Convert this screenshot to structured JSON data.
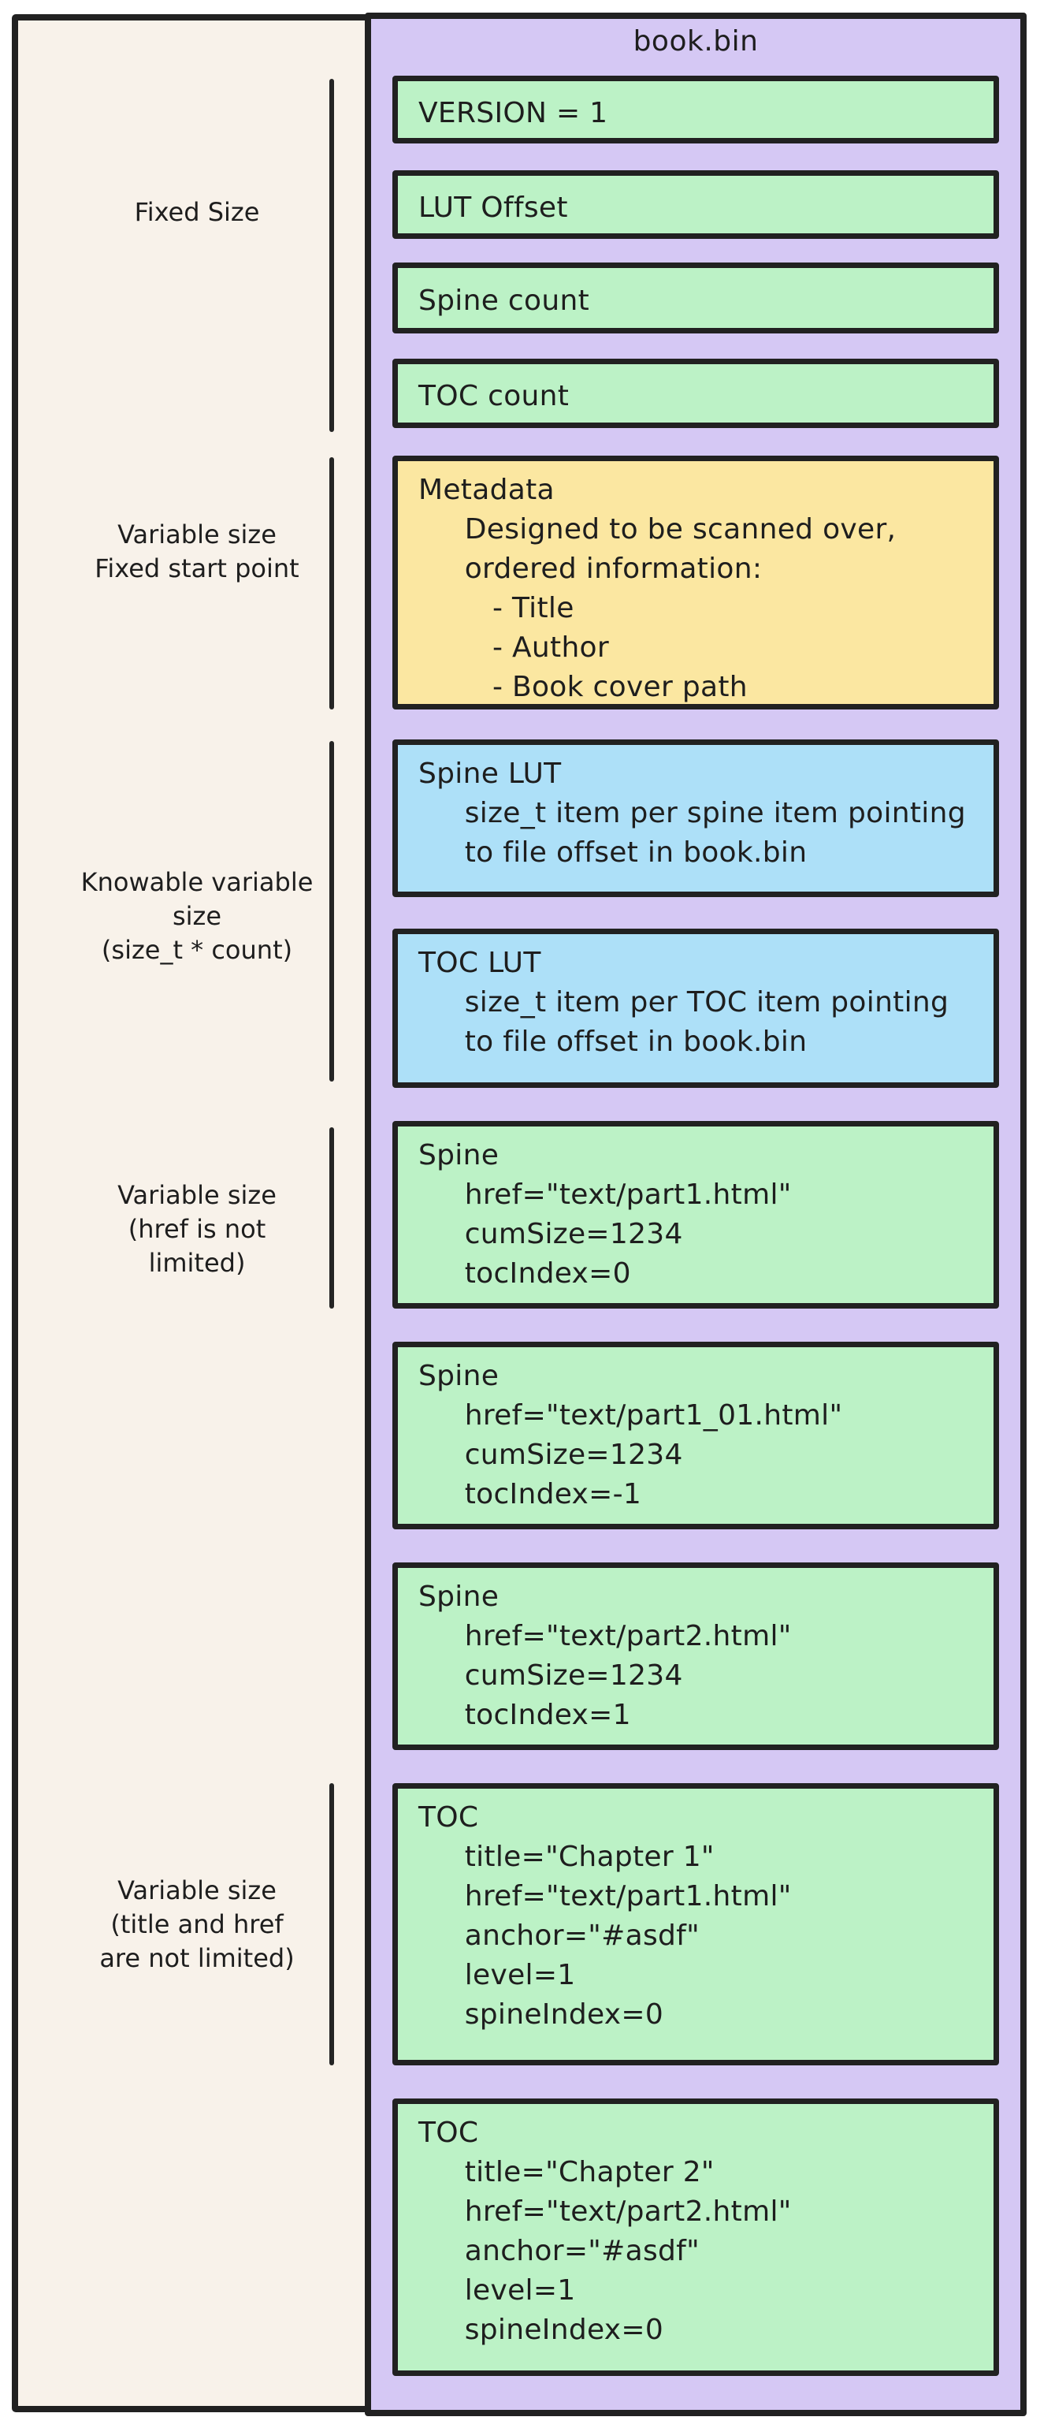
{
  "file": {
    "title": "book.bin"
  },
  "palette": {
    "outline": "#212121",
    "panel_bg": "#f8f2ea",
    "container_fill": "#d5c8f4",
    "green_fill": "#bcf2c6",
    "blue_fill": "#ade0f8",
    "yellow_fill": "#fbe7a1"
  },
  "sections": [
    {
      "label": "Fixed Size"
    },
    {
      "label": "Variable size\nFixed start point"
    },
    {
      "label": "Knowable variable size\n(size_t * count)"
    },
    {
      "label": "Variable size\n(href is not\nlimited)"
    },
    {
      "label": "Variable size\n(title and href\nare not limited)"
    }
  ],
  "boxes": [
    {
      "id": "version",
      "color": "green",
      "text": "VERSION = 1"
    },
    {
      "id": "lut-offset",
      "color": "green",
      "text": "LUT Offset"
    },
    {
      "id": "spine-count",
      "color": "green",
      "text": "Spine count"
    },
    {
      "id": "toc-count",
      "color": "green",
      "text": "TOC count"
    },
    {
      "id": "metadata",
      "color": "yellow",
      "text": "Metadata\n     Designed to be scanned over,\n     ordered information:\n        - Title\n        - Author\n        - Book cover path"
    },
    {
      "id": "spine-lut",
      "color": "blue",
      "text": "Spine LUT\n     size_t item per spine item pointing\n     to file offset in book.bin"
    },
    {
      "id": "toc-lut",
      "color": "blue",
      "text": "TOC LUT\n     size_t item per TOC item pointing\n     to file offset in book.bin"
    },
    {
      "id": "spine-1",
      "color": "green",
      "text": "Spine\n     href=\"text/part1.html\"\n     cumSize=1234\n     tocIndex=0"
    },
    {
      "id": "spine-2",
      "color": "green",
      "text": "Spine\n     href=\"text/part1_01.html\"\n     cumSize=1234\n     tocIndex=-1"
    },
    {
      "id": "spine-3",
      "color": "green",
      "text": "Spine\n     href=\"text/part2.html\"\n     cumSize=1234\n     tocIndex=1"
    },
    {
      "id": "toc-1",
      "color": "green",
      "text": "TOC\n     title=\"Chapter 1\"\n     href=\"text/part1.html\"\n     anchor=\"#asdf\"\n     level=1\n     spineIndex=0"
    },
    {
      "id": "toc-2",
      "color": "green",
      "text": "TOC\n     title=\"Chapter 2\"\n     href=\"text/part2.html\"\n     anchor=\"#asdf\"\n     level=1\n     spineIndex=0"
    }
  ]
}
